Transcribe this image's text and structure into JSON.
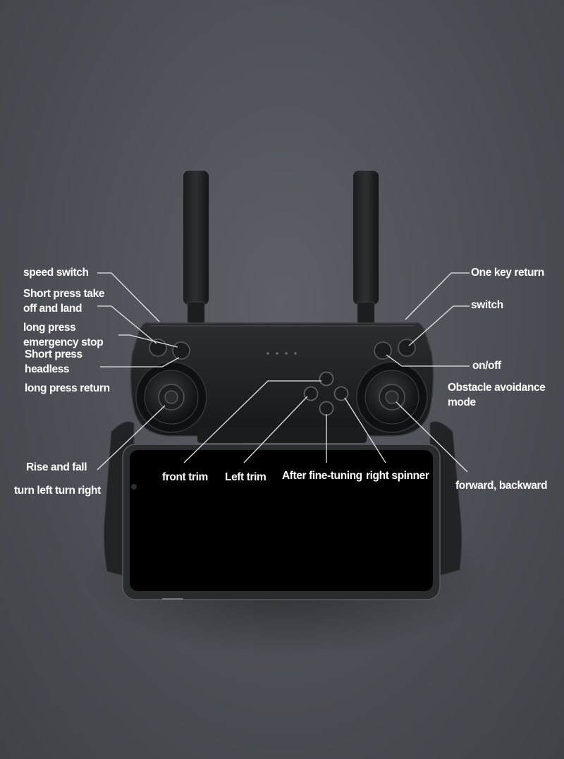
{
  "labels": {
    "speed_switch": "speed switch",
    "takeoff_land_1": "Short press take",
    "takeoff_land_2": "off and land",
    "emergency_1": "long press",
    "emergency_2": "emergency stop",
    "headless_1": "Short press",
    "headless_2": "headless",
    "long_press_return": "long press return",
    "rise_and_fall": "Rise and fall",
    "turn_left_right": "turn left turn right",
    "front_trim": "front trim",
    "left_trim": "Left trim",
    "after_fine_tuning": "After fine-tuning",
    "right_spinner": "right spinner",
    "one_key_return": "One key return",
    "switch": "switch",
    "on_off": "on/off",
    "obstacle_1": "Obstacle avoidance",
    "obstacle_2": "mode",
    "forward_backward": "forward, backward"
  },
  "colors": {
    "background": "#4c4f55",
    "controller_body": "#202124",
    "screen": "#000000",
    "label_text": "#ffffff",
    "leader_line": "#e6e6e6"
  }
}
